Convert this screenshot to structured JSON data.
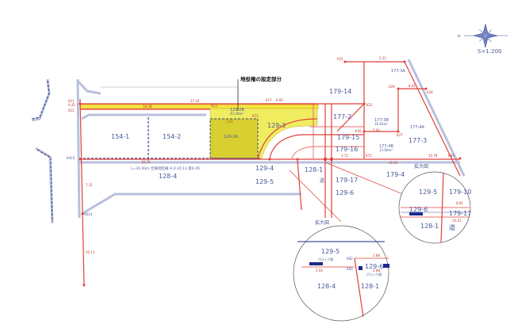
{
  "title_label": "地役権の設定部分",
  "scale": "S=1:200",
  "compass_label": "N",
  "magnified_label": "拡大図",
  "road_note": "L=31.93m 仕様地区線 H.4.10.13 第4-45",
  "parcels": {
    "p154_1": "154-1",
    "p154_2": "154-2",
    "p129_2B": "129-2B",
    "p129_2B_area": "43.29m²",
    "p129_2A": "129-2A",
    "p128_4": "128-4",
    "p129_3": "129-3",
    "p179_14": "179-14",
    "p177_2": "177-2",
    "p177_3B": "177-3B",
    "p177_3B_area": "16.93m²",
    "p177_3A": "177-3A",
    "p177_4A": "177-4A",
    "p177_3": "177-3",
    "p179_15": "179-15",
    "p179_16": "179-16",
    "p177_4B": "177-4B",
    "p177_4B_area": "13.66m²",
    "p179_4": "179-4",
    "p129_4": "129-4",
    "p129_5": "129-5",
    "p128_1": "128-1",
    "p179_17": "179-17",
    "p129_6": "129-6",
    "road": "道"
  },
  "points": {
    "K11": "K11",
    "K12": "K12",
    "K13": "K13",
    "K17": "K17",
    "K22": "K22",
    "K25": "K25",
    "K29": "K29",
    "K28": "K28",
    "K27": "K27",
    "K26": "K26",
    "K71": "K71",
    "K72": "K72",
    "KB4": "KB4",
    "K24": "K624",
    "K415": "K415"
  },
  "distances": {
    "d1": "27.43",
    "d2": "18.38",
    "d3": "0.45",
    "d4": "16.70",
    "d5": "5.25",
    "d6": "8.41",
    "d7": "5.60",
    "d8": "6.60",
    "d9": "7.61",
    "d10": "10.78",
    "d11": "15.24",
    "d12": "3.72",
    "d13": "10.11",
    "d14": "7.31"
  },
  "circle1": {
    "a": "129-5",
    "b": "179-10",
    "c": "129-6",
    "d": "179-17",
    "e": "128-1",
    "f": "道",
    "g": "8.81",
    "h": "10.41"
  },
  "circle2": {
    "a": "129-5",
    "b": "129-6",
    "c": "128-4",
    "d": "128-1",
    "e": "ブロック塀",
    "f": "ブロック塀",
    "g": "2.88",
    "h": "2.04",
    "i": "2.88",
    "j": "K82",
    "k": "K83"
  }
}
